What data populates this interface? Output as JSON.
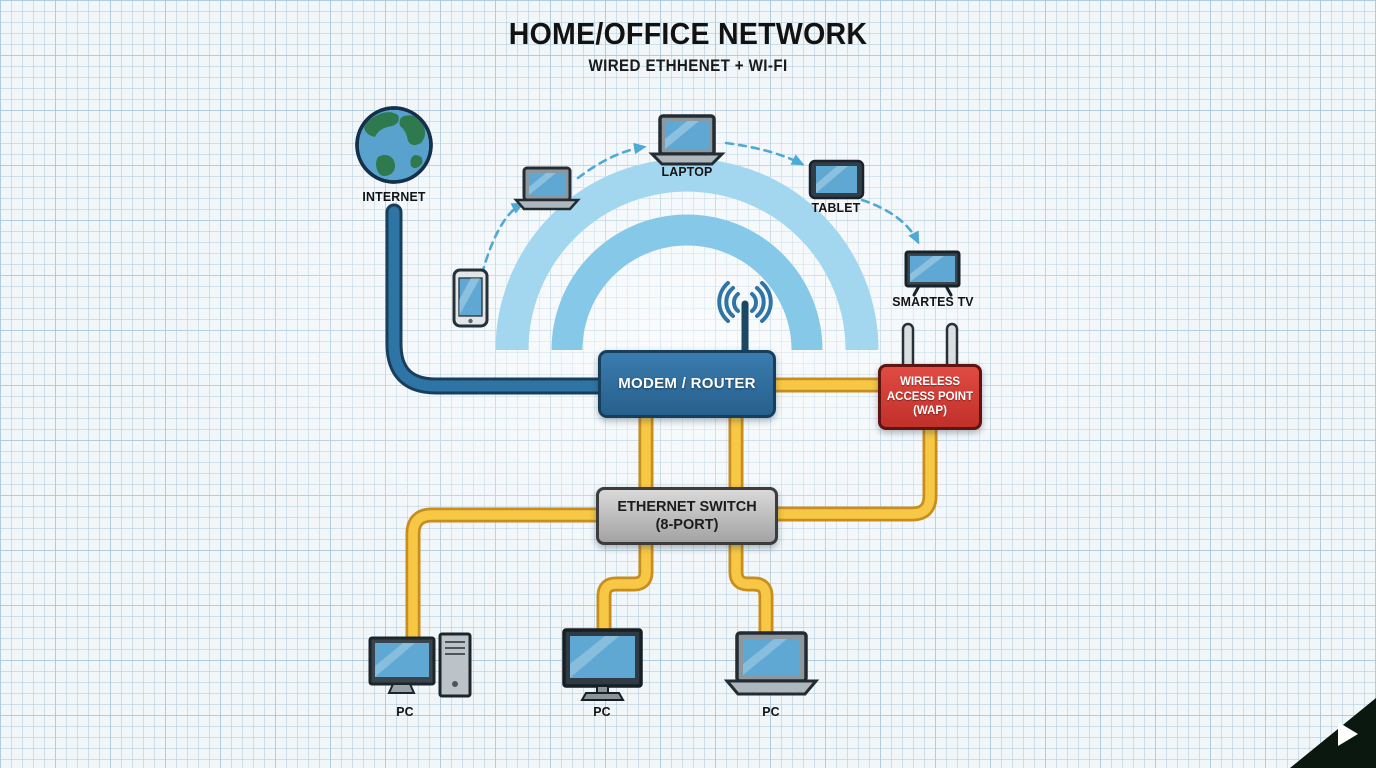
{
  "title": "HOME/OFFICE NETWORK",
  "subtitle": "WIRED ETHHENET + WI-FI",
  "nodes": {
    "internet": "INTERNET",
    "modem": "MODEM / ROUTER",
    "wap_line1": "WIRELESS",
    "wap_line2": "ACCESS POINT",
    "wap_line3": "(WAP)",
    "switch_line1": "ETHERNET SWITCH",
    "switch_line2": "(8-PORT)",
    "laptop": "LAPTOP",
    "tablet": "TABLET",
    "smart_tv": "SMARTES TV",
    "pc_left": "PC",
    "pc_middle": "PC",
    "pc_right": "PC"
  },
  "colors": {
    "ethernet_cable": "#f7c845",
    "internet_cable": "#2e74a5",
    "wifi_arc": "#8ccbe9",
    "modem_box": "#2f6f9f",
    "wap_box": "#d8403a",
    "switch_box": "#bdbdbd"
  }
}
